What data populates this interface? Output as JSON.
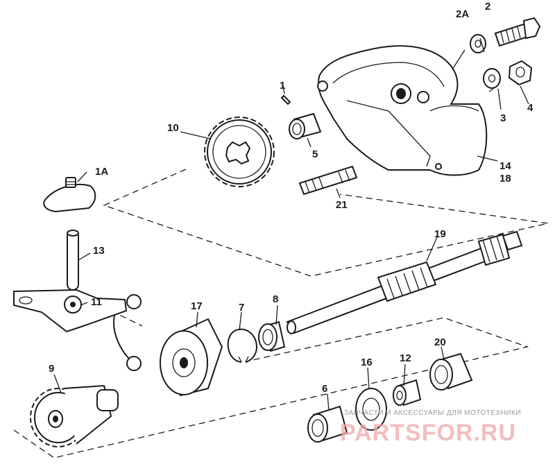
{
  "labels": {
    "p1": "1",
    "p1a": "1A",
    "p2": "2",
    "p2a": "2A",
    "p3": "3",
    "p4": "4",
    "p5": "5",
    "p6": "6",
    "p7": "7",
    "p8": "8",
    "p9": "9",
    "p10": "10",
    "p11": "11",
    "p12": "12",
    "p13": "13",
    "p14": "14",
    "p16": "16",
    "p17": "17",
    "p18": "18",
    "p19": "19",
    "p20": "20",
    "p21": "21"
  },
  "watermark": {
    "tagline": "ЗАПЧАСТИ И АКСЕССУАРЫ ДЛЯ МОТОТЕХНИКИ",
    "brand": "PARTSFOR.RU"
  }
}
